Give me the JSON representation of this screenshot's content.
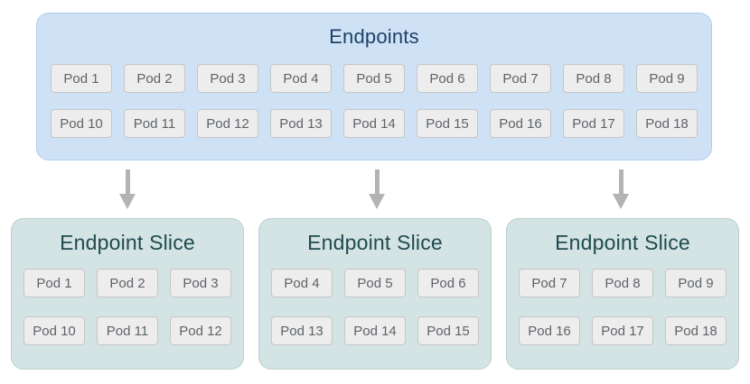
{
  "endpoints": {
    "title": "Endpoints",
    "rows": [
      [
        "Pod 1",
        "Pod 2",
        "Pod 3",
        "Pod 4",
        "Pod 5",
        "Pod 6",
        "Pod 7",
        "Pod 8",
        "Pod 9"
      ],
      [
        "Pod 10",
        "Pod 11",
        "Pod 12",
        "Pod 13",
        "Pod 14",
        "Pod 15",
        "Pod 16",
        "Pod 17",
        "Pod 18"
      ]
    ]
  },
  "slices": [
    {
      "title": "Endpoint Slice",
      "rows": [
        [
          "Pod 1",
          "Pod 2",
          "Pod 3"
        ],
        [
          "Pod 10",
          "Pod 11",
          "Pod 12"
        ]
      ]
    },
    {
      "title": "Endpoint Slice",
      "rows": [
        [
          "Pod 4",
          "Pod 5",
          "Pod 6"
        ],
        [
          "Pod 13",
          "Pod 14",
          "Pod 15"
        ]
      ]
    },
    {
      "title": "Endpoint Slice",
      "rows": [
        [
          "Pod 7",
          "Pod 8",
          "Pod 9"
        ],
        [
          "Pod 16",
          "Pod 17",
          "Pod 18"
        ]
      ]
    }
  ],
  "colors": {
    "endpoints_bg": "#cfe2f5",
    "endpoints_border": "#afccec",
    "endpoints_title": "#1d4168",
    "slice_bg": "#d4e3e4",
    "slice_border": "#b9cfd0",
    "slice_title": "#204b50",
    "pod_bg": "#ededed",
    "pod_border": "#c6c6c6",
    "pod_text": "#5f6368",
    "arrow": "#b3b3b3",
    "canvas_bg": "#ffffff"
  }
}
